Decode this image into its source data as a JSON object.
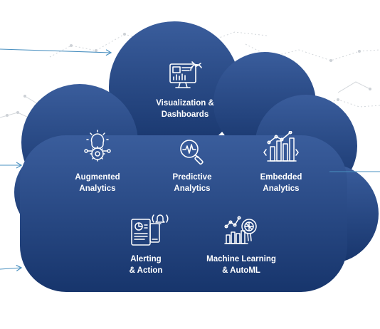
{
  "colors": {
    "cloud_top": "#3a5d9c",
    "cloud_bottom": "#17356c",
    "arrow": "#4a90c0",
    "network": "#d3d7db"
  },
  "features": {
    "visualization": {
      "icon": "dashboard-monitor-icon",
      "line1": "Visualization &",
      "line2": "Dashboards"
    },
    "augmented": {
      "icon": "brain-gear-icon",
      "line1": "Augmented",
      "line2": "Analytics"
    },
    "predictive": {
      "icon": "magnifier-pulse-icon",
      "line1": "Predictive",
      "line2": "Analytics"
    },
    "embedded": {
      "icon": "bar-chart-code-icon",
      "line1": "Embedded",
      "line2": "Analytics"
    },
    "alerting": {
      "icon": "report-bell-icon",
      "line1": "Alerting",
      "line2": "& Action"
    },
    "ml": {
      "icon": "chart-magnifier-icon",
      "line1": "Machine Learning",
      "line2": "& AutoML"
    }
  }
}
